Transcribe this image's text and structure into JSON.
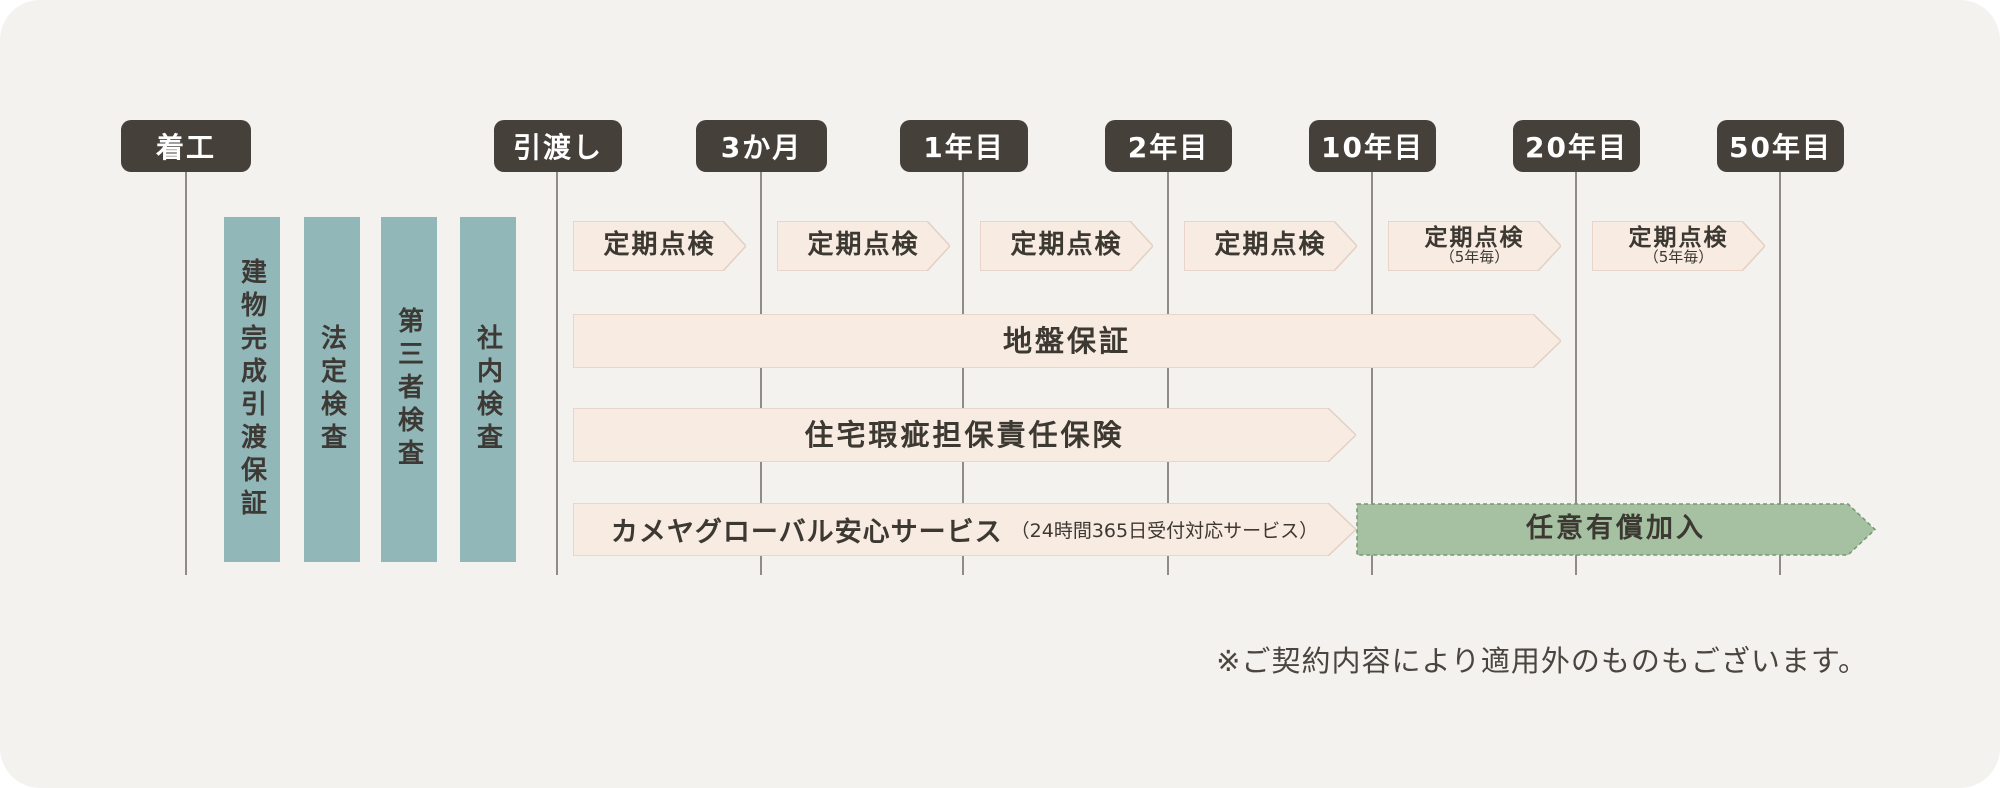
{
  "panel": {
    "bg_color": "#f4f2ef",
    "outer_bg": "#ffffff"
  },
  "colors": {
    "milestone_bg": "#45403a",
    "milestone_text": "#ffffff",
    "teal_bar": "#92b7b9",
    "pink_band": "#f8ebe2",
    "pink_band_border": "#e3d0c3",
    "green_band": "#a6c1a2",
    "green_band_border": "#75996f",
    "timeline_line": "#8f8c88",
    "dark_text": "#3c3832"
  },
  "milestones": [
    {
      "label": "着工"
    },
    {
      "label": "引渡し"
    },
    {
      "label": "3か月"
    },
    {
      "label": "1年目"
    },
    {
      "label": "2年目"
    },
    {
      "label": "10年目"
    },
    {
      "label": "20年目"
    },
    {
      "label": "50年目"
    }
  ],
  "phase_bars": [
    {
      "label": "建物完成引渡保証"
    },
    {
      "label": "法定検査"
    },
    {
      "label": "第三者検査"
    },
    {
      "label": "社内検査"
    }
  ],
  "periodic": {
    "items": [
      {
        "label": "定期点検",
        "sub": ""
      },
      {
        "label": "定期点検",
        "sub": ""
      },
      {
        "label": "定期点検",
        "sub": ""
      },
      {
        "label": "定期点検",
        "sub": ""
      },
      {
        "label": "定期点検",
        "sub": "（5年毎）"
      },
      {
        "label": "定期点検",
        "sub": "（5年毎）"
      }
    ]
  },
  "bands": {
    "ground_warranty": {
      "label": "地盤保証"
    },
    "defect_insurance": {
      "label": "住宅瑕疵担保責任保険"
    },
    "service": {
      "label": "カメヤグローバル安心サービス",
      "sub": "（24時間365日受付対応サービス）"
    },
    "paid_option": {
      "label": "任意有償加入"
    }
  },
  "note": "※ご契約内容により適用外のものもございます。"
}
